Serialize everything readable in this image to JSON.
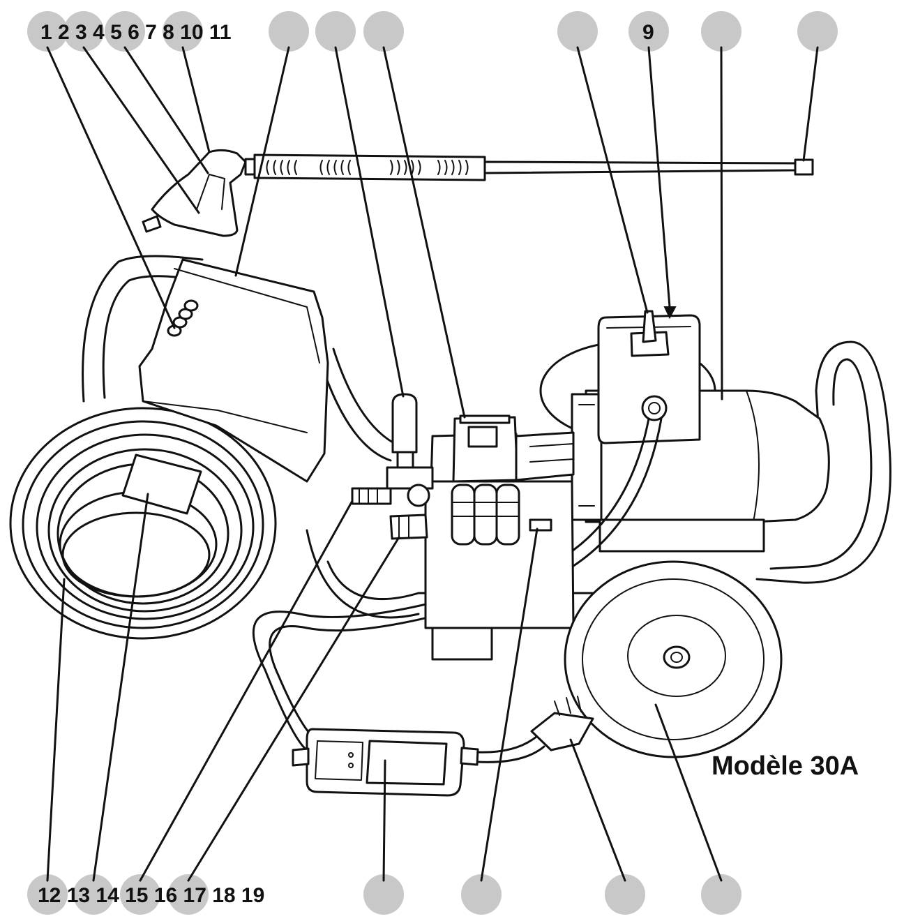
{
  "model_label": "Modèle 30A",
  "colors": {
    "ink": "#111111",
    "badge": "#c8c8c8",
    "background": "#ffffff"
  },
  "top_labels": [
    {
      "text": "1 2 3 4 5 6 7 8 10 11"
    },
    {
      "text": ""
    },
    {
      "text": ""
    },
    {
      "text": ""
    },
    {
      "text": ""
    },
    {
      "text": "9"
    },
    {
      "text": ""
    },
    {
      "text": ""
    }
  ],
  "bottom_labels": [
    {
      "text": "12 13 14 15 16 17 18 19"
    },
    {
      "text": ""
    },
    {
      "text": ""
    },
    {
      "text": ""
    },
    {
      "text": ""
    }
  ]
}
